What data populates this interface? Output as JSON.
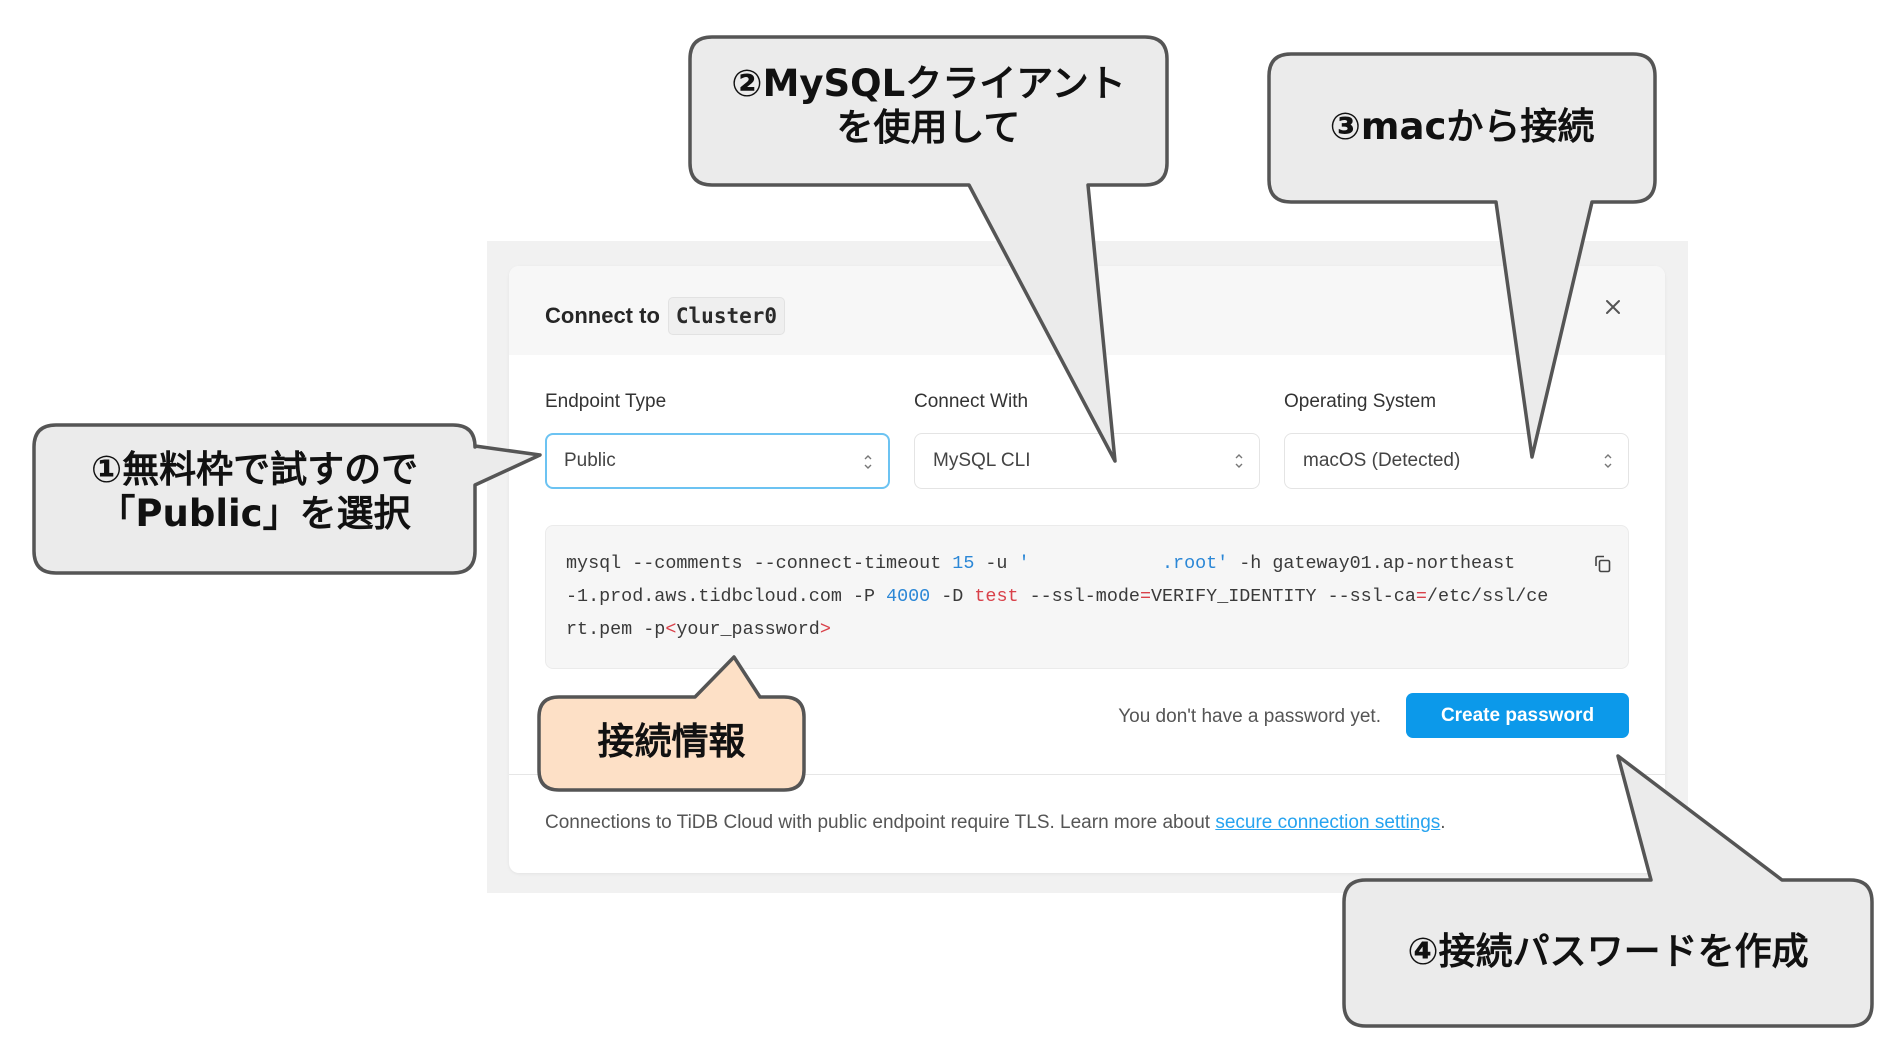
{
  "dialog": {
    "title_prefix": "Connect to",
    "cluster_name": "Cluster0",
    "close_icon": "close-icon"
  },
  "fields": {
    "endpoint_type": {
      "label": "Endpoint Type",
      "value": "Public"
    },
    "connect_with": {
      "label": "Connect With",
      "value": "MySQL CLI"
    },
    "operating_system": {
      "label": "Operating System",
      "value": "macOS (Detected)"
    }
  },
  "code": {
    "line1_a": "mysql --comments --connect-timeout ",
    "line1_num": "15",
    "line1_b": " -u ",
    "line1_str1": "'",
    "line1_redacted": "            ",
    "line1_str2": ".root'",
    "line1_c": " -h gateway01.ap-northeast",
    "line2_a": "-1.prod.aws.tidbcloud.com -P ",
    "line2_num": "4000",
    "line2_b": " -D ",
    "line2_db": "test",
    "line2_c": " --ssl-mode",
    "line2_eq1": "=",
    "line2_d": "VERIFY_IDENTITY --ssl-ca",
    "line2_eq2": "=",
    "line2_e": "/etc/ssl/ce",
    "line3_a": "rt.pem -p",
    "line3_lt": "<",
    "line3_b": "your_password",
    "line3_gt": ">",
    "copy_icon": "copy-icon"
  },
  "password": {
    "note": "You don't have a password yet.",
    "create_button": "Create password"
  },
  "footer": {
    "text": "Connections to TiDB Cloud with public endpoint require TLS. Learn more about ",
    "link": "secure connection settings",
    "period": "."
  },
  "annotations": {
    "step1_line1": "①無料枠で試すので",
    "step1_line2": "「Public」を選択",
    "step2_line1": "②MySQLクライアント",
    "step2_line2": "を使用して",
    "step3": "③macから接続",
    "step4": "④接続パスワードを作成",
    "connection_info": "接続情報"
  },
  "colors": {
    "accent": "#0c99ea",
    "focus_border": "#6cc3f2",
    "link": "#26a3ef",
    "callout_fill": "#ebebeb",
    "callout_stroke": "#555555",
    "info_callout_fill": "#fde0c6"
  }
}
